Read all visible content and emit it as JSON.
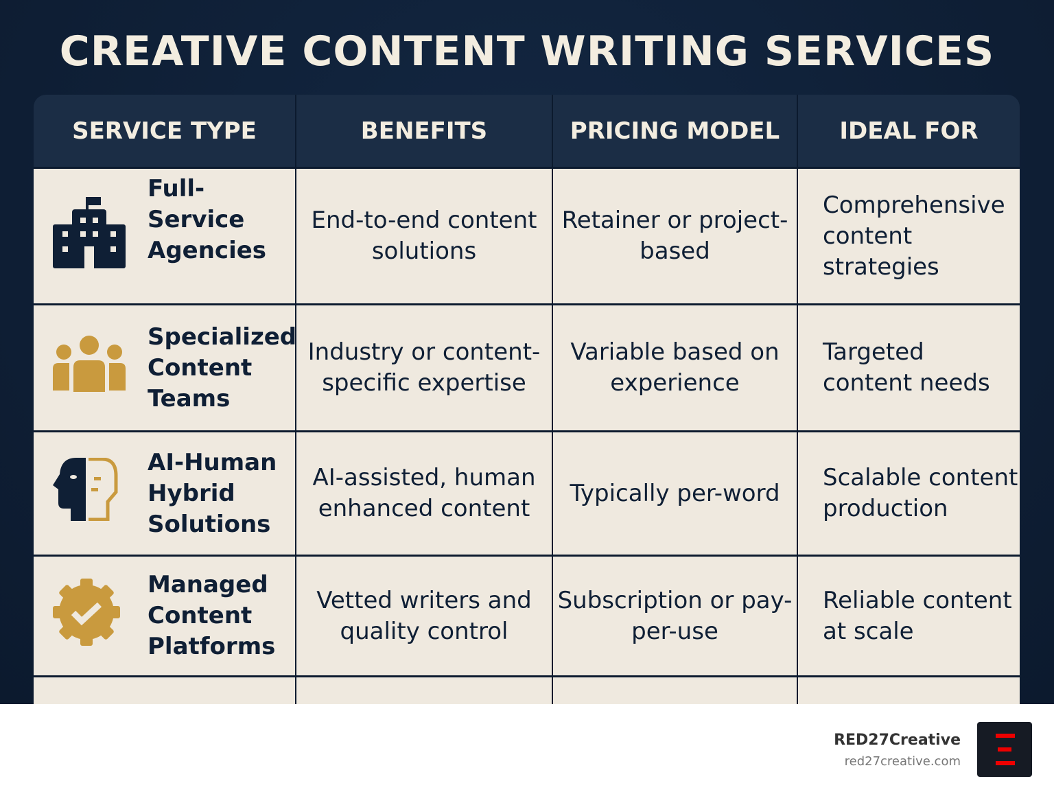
{
  "title": "CREATIVE CONTENT WRITING SERVICES",
  "headers": [
    "SERVICE TYPE",
    "BENEFITS",
    "PRICING MODEL",
    "IDEAL FOR"
  ],
  "rows": [
    {
      "icon": "building-icon",
      "service": "Full-Service Agencies",
      "benefits": "End-to-end content solutions",
      "pricing": "Retainer or project-based",
      "ideal": "Comprehensive content strategies"
    },
    {
      "icon": "team-icon",
      "service": "Specialized Content Teams",
      "benefits": "Industry or content-specific expertise",
      "pricing": "Variable based on experience",
      "ideal": "Targeted content needs"
    },
    {
      "icon": "ai-human-head-icon",
      "service": "AI-Human Hybrid Solutions",
      "benefits": "AI-assisted, human enhanced content",
      "pricing": "Typically per-word",
      "ideal": "Scalable content production"
    },
    {
      "icon": "verified-badge-icon",
      "service": "Managed Content Platforms",
      "benefits": "Vetted writers and quality control",
      "pricing": "Subscription or pay-per-use",
      "ideal": "Reliable content at scale"
    }
  ],
  "footer": {
    "brand": "RED27Creative",
    "url": "red27creative.com"
  },
  "colors": {
    "navy": "#0f1f35",
    "gold": "#c99a3e",
    "cell": "#efe9df"
  }
}
